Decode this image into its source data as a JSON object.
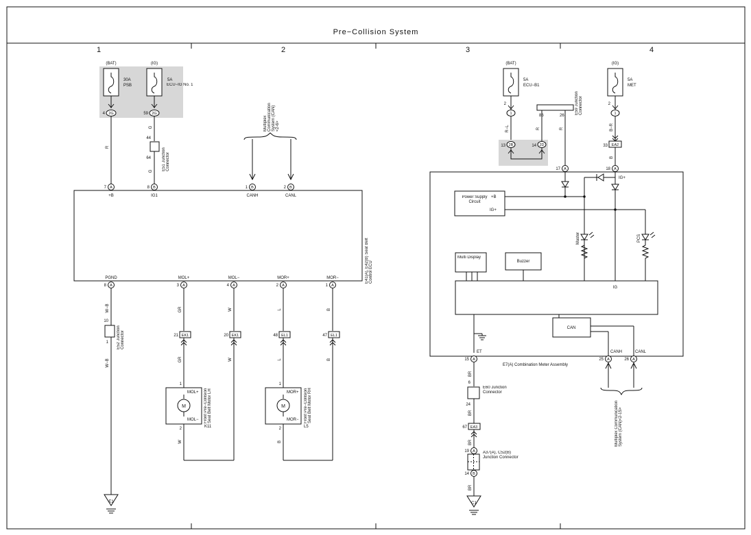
{
  "title": "Pre−Collision System",
  "zones": [
    "1",
    "2",
    "3",
    "4"
  ],
  "fuses": [
    {
      "source": "(BAT)",
      "rating": "30A",
      "name": "PSB"
    },
    {
      "source": "(IG)",
      "rating": "5A",
      "name": "ECU−IG No. 1"
    },
    {
      "source": "(BAT)",
      "rating": "5A",
      "name": "ECU−B1"
    },
    {
      "source": "(IG)",
      "rating": "5A",
      "name": "MET"
    }
  ],
  "ecu": {
    "name": "E41(A), E42(B) Seat Belt Control ECU",
    "top_pins": [
      {
        "num": "7",
        "conn": "A",
        "label": "+B",
        "wire": "R"
      },
      {
        "num": "8",
        "conn": "B",
        "label": "IG1",
        "wire": "G"
      },
      {
        "num": "1",
        "conn": "B",
        "label": "CANH",
        "wire": ""
      },
      {
        "num": "2",
        "conn": "B",
        "label": "CANL",
        "wire": ""
      }
    ],
    "bottom_pins": [
      {
        "num": "8",
        "conn": "A",
        "label": "PGND",
        "wire": "W−B"
      },
      {
        "num": "3",
        "conn": "A",
        "label": "MOL+",
        "wire": "GR"
      },
      {
        "num": "4",
        "conn": "A",
        "label": "MOL−",
        "wire": "W"
      },
      {
        "num": "2",
        "conn": "A",
        "label": "MOR+",
        "wire": "L"
      },
      {
        "num": "1",
        "conn": "A",
        "label": "MOR−",
        "wire": "B"
      }
    ]
  },
  "fuse_terminals": [
    {
      "num": "4",
      "conn": "2G"
    },
    {
      "num": "59",
      "conn": "2G"
    }
  ],
  "junction_e51": {
    "name": "E51 Junction Connector",
    "pin_in": "44",
    "pin_out": "64",
    "wire_in": "G",
    "wire_out": "G"
  },
  "junction_e52": {
    "name": "E52 Junction Connector",
    "pin_in": "10",
    "pin_out": "1",
    "wire_out": "W−B"
  },
  "can_ref_left": "Multiplex Communication System (CAN)<2-6>",
  "inline_connectors_left": [
    {
      "num": "21",
      "name": "EK1",
      "wire": "GR"
    },
    {
      "num": "20",
      "name": "EK1",
      "wire": "W"
    },
    {
      "num": "48",
      "name": "EL1",
      "wire": "L"
    },
    {
      "num": "47",
      "name": "EL1",
      "wire": "B"
    }
  ],
  "motors": [
    {
      "id": "K11",
      "name": "Front Pre−Collision Seat Belt Motor LH",
      "plus": "MOL+",
      "minus": "MOL−",
      "pin_top": "1",
      "pin_bottom": "2",
      "wire_bottom": "W",
      "symbol": "M"
    },
    {
      "id": "L5",
      "name": "Front Pre−Collision Seat Belt Motor RH",
      "plus": "MOR+",
      "minus": "MOR−",
      "pin_top": "1",
      "pin_bottom": "2",
      "wire_bottom": "B",
      "symbol": "M"
    }
  ],
  "grounds": [
    "E1",
    "C1"
  ],
  "junction_e59": {
    "name": "E59 Junction Connector",
    "pins": [
      "86",
      "26"
    ],
    "wire": "R"
  },
  "meter_fuse_conn": [
    {
      "num": "2",
      "conn": "1"
    },
    {
      "num": "2",
      "conn": "1"
    }
  ],
  "meter_shaded_pins": [
    {
      "num": "13",
      "conn": "2B"
    },
    {
      "num": "14",
      "conn": "2D"
    }
  ],
  "meter_wires": {
    "bat": "R−L",
    "jc": "R",
    "ig": "B−R",
    "ig_after": "B"
  },
  "ea2": {
    "num": "33",
    "name": "EA2"
  },
  "meter": {
    "name": "E7(A) Combination Meter Assembly",
    "top_pins": [
      {
        "num": "17",
        "conn": "A",
        "label": ""
      },
      {
        "num": "18",
        "conn": "A",
        "label": "IG+"
      }
    ],
    "power_supply": "Power Supply Circuit",
    "ps_plus_b": "+B",
    "ps_ig": "IG+",
    "multi_display": "Multi Display",
    "buzzer": "Buzzer",
    "master_led": "Master",
    "pcs_led": "PCS",
    "ig_label": "IG",
    "can_block": "CAN",
    "bottom_pins": [
      {
        "num": "15",
        "conn": "A",
        "label": "ET",
        "wire": "BR"
      },
      {
        "num": "25",
        "conn": "A",
        "label": "CANH",
        "wire": ""
      },
      {
        "num": "26",
        "conn": "A",
        "label": "CANL",
        "wire": ""
      }
    ]
  },
  "junction_e60": {
    "name": "E60 Junction Connector",
    "pin_in": "6",
    "pin_out": "24",
    "wire": "BR"
  },
  "ea3": {
    "num": "67",
    "name": "EA3",
    "wire": "BR"
  },
  "junction_a37": {
    "name": "A37(A), C52(B) Junction Connector",
    "pin_in_num": "19",
    "pin_in_conn": "A",
    "pin_out_num": "14",
    "pin_out_conn": "B",
    "wire": "BR"
  },
  "can_ref_right": "Multiplex Communication System (CAN)<2-15>"
}
